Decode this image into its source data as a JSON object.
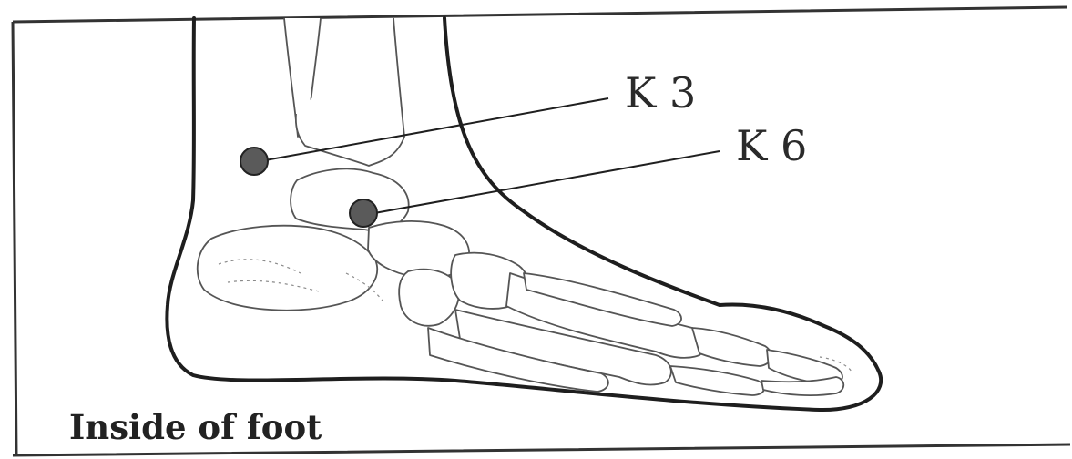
{
  "points": [
    {
      "label": "K 3"
    },
    {
      "label": "K 6"
    }
  ],
  "caption": "Inside of foot",
  "colors": {
    "ink": "#1e1e1e",
    "point_fill": "#5a5a5a",
    "background": "#ffffff"
  }
}
